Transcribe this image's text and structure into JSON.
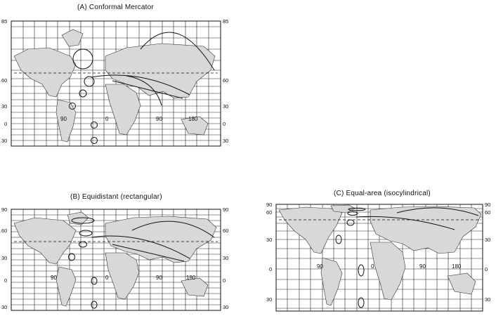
{
  "maps": [
    {
      "id": "A",
      "title": "(A) Conformal Mercator",
      "left_labels": [
        "85",
        "60",
        "30",
        "0",
        "30"
      ],
      "right_labels": [
        "85",
        "60",
        "30",
        "0",
        "30"
      ],
      "meridian_labels": [
        "90",
        "0",
        "90",
        "180"
      ]
    },
    {
      "id": "B",
      "title": "(B) Equidistant (rectangular)",
      "left_labels": [
        "90",
        "60",
        "30",
        "0",
        "30"
      ],
      "right_labels": [
        "90",
        "60",
        "30",
        "0",
        "30"
      ],
      "meridian_labels": [
        "90",
        "0",
        "90",
        "180"
      ]
    },
    {
      "id": "C",
      "title": "(C) Equal-area (isocylindrical)",
      "left_labels": [
        "90",
        "60",
        "30",
        "0",
        "30"
      ],
      "right_labels": [
        "90",
        "60",
        "30",
        "0",
        "30"
      ],
      "meridian_labels": [
        "90",
        "0",
        "90",
        "180"
      ]
    }
  ]
}
